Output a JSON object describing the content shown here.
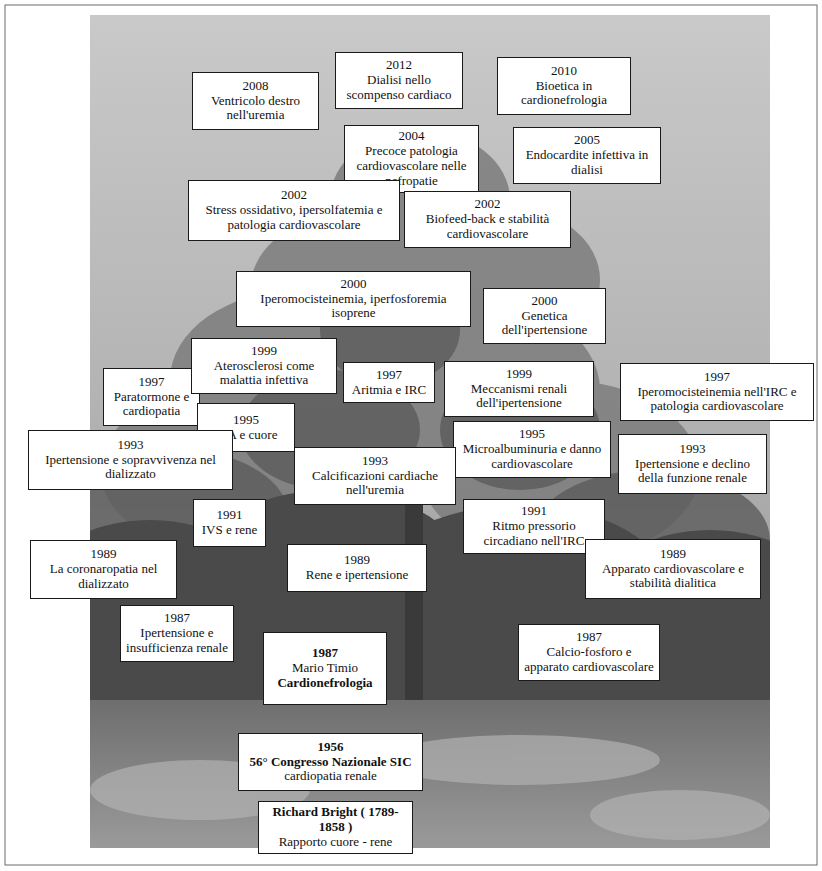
{
  "diagram": {
    "nodes": [
      {
        "text": [
          "2008",
          "Ventricolo destro nell'uremia"
        ]
      },
      {
        "text": [
          "2012",
          "Dialisi nello scompenso cardiaco"
        ]
      },
      {
        "text": [
          "2010",
          "Bioetica in cardionefrologia"
        ]
      },
      {
        "text": [
          "2004",
          "Precoce patologia cardiovascolare nelle nefropatie"
        ]
      },
      {
        "text": [
          "2005",
          "Endocardite infettiva in dialisi"
        ]
      },
      {
        "text": [
          "2002",
          "Stress ossidativo, ipersolfatemia e patologia cardiovascolare"
        ]
      },
      {
        "text": [
          "2002",
          "Biofeed-back e stabilità cardiovascolare"
        ]
      },
      {
        "text": [
          "2000",
          "Iperomocisteinemia, iperfosforemia isoprene"
        ]
      },
      {
        "text": [
          "2000",
          "Genetica dell'ipertensione"
        ]
      },
      {
        "text": [
          "1997",
          "Paratormone e cardiopatia"
        ]
      },
      {
        "text": [
          "1999",
          "Aterosclerosi come malattia infettiva"
        ]
      },
      {
        "text": [
          "1997",
          "Aritmia e IRC"
        ]
      },
      {
        "text": [
          "1999",
          "Meccanismi renali dell'ipertensione"
        ]
      },
      {
        "text": [
          "1997",
          "Iperomocisteinemia nell'IRC e patologia cardiovascolare"
        ]
      },
      {
        "text": [
          "1995",
          "IRA e cuore"
        ]
      },
      {
        "text": [
          "1995",
          "Microalbuminuria e danno cardiovascolare"
        ]
      },
      {
        "text": [
          "1993",
          "Ipertensione e sopravvivenza nel dializzato"
        ]
      },
      {
        "text": [
          "1993",
          "Calcificazioni cardiache nell'uremia"
        ]
      },
      {
        "text": [
          "1993",
          "Ipertensione e declino della funzione renale"
        ]
      },
      {
        "text": [
          "1991",
          "IVS e rene"
        ]
      },
      {
        "text": [
          "1991",
          "Ritmo pressorio circadiano nell'IRC"
        ]
      },
      {
        "text": [
          "1989",
          "La coronaropatia nel dializzato"
        ]
      },
      {
        "text": [
          "1989",
          "Rene e ipertensione"
        ]
      },
      {
        "text": [
          "1989",
          "Apparato cardiovascolare e stabilità dialitica"
        ]
      },
      {
        "text": [
          "1987",
          "Ipertensione e insufficienza renale"
        ]
      },
      {
        "text": [
          "1987",
          "Mario Timio",
          "Cardionefrologia"
        ]
      },
      {
        "text": [
          "1987",
          "Calcio-fosforo e apparato cardiovascolare"
        ]
      },
      {
        "text": [
          "1956",
          "56° Congresso Nazionale SIC",
          "cardiopatia renale"
        ]
      },
      {
        "text": [
          "Richard Bright ( 1789-1858 )",
          "Rapporto cuore - rene"
        ]
      }
    ]
  }
}
